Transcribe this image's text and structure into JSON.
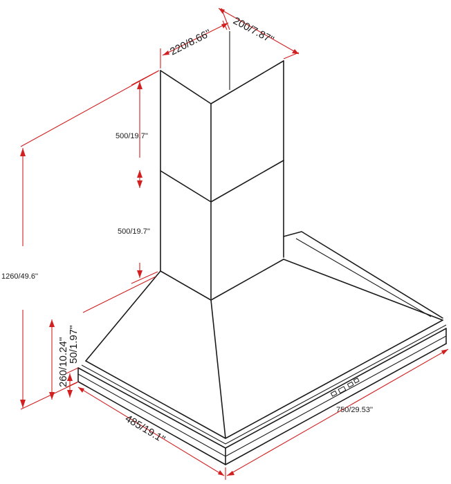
{
  "dimensions": {
    "chimney_width": "220/8.66''",
    "chimney_depth": "200/7.87''",
    "upper_chimney_height": "500/19.7''",
    "lower_chimney_height": "500/19.7''",
    "total_height": "1260/49.6''",
    "canopy_height": "260/10.24''",
    "base_thickness": "50/1.97''",
    "canopy_depth": "485/19.1''",
    "canopy_width": "750/29.53''"
  },
  "colors": {
    "outline": "#1a1a1a",
    "dimension_lines": "#d21f1f"
  }
}
